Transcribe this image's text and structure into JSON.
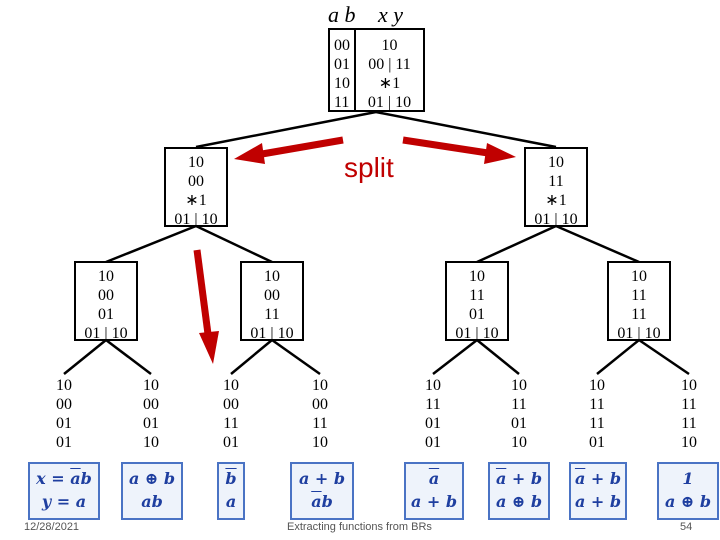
{
  "header": {
    "ab": "a b",
    "xy": "x y"
  },
  "root": {
    "left": [
      "00",
      "01",
      "10",
      "11"
    ],
    "right": [
      "10",
      "00 | 11",
      "∗1",
      "01 | 10"
    ]
  },
  "split_label": "split",
  "level1": [
    [
      "10",
      "00",
      "∗1",
      "01 | 10"
    ],
    [
      "10",
      "11",
      "∗1",
      "01 | 10"
    ]
  ],
  "level2": [
    [
      "10",
      "00",
      "01",
      "01 | 10"
    ],
    [
      "10",
      "00",
      "11",
      "01 | 10"
    ],
    [
      "10",
      "11",
      "01",
      "01 | 10"
    ],
    [
      "10",
      "11",
      "11",
      "01 | 10"
    ]
  ],
  "leaves": [
    [
      "10",
      "00",
      "01",
      "01"
    ],
    [
      "10",
      "00",
      "01",
      "10"
    ],
    [
      "10",
      "00",
      "11",
      "01"
    ],
    [
      "10",
      "00",
      "11",
      "10"
    ],
    [
      "10",
      "11",
      "01",
      "01"
    ],
    [
      "10",
      "11",
      "01",
      "10"
    ],
    [
      "10",
      "11",
      "11",
      "01"
    ],
    [
      "10",
      "11",
      "11",
      "10"
    ]
  ],
  "functions": [
    {
      "line1": {
        "lhs": "x = ",
        "ov": "a",
        "rest": "b"
      },
      "line2": {
        "lhs": "y = ",
        "ov": "",
        "rest": "a"
      }
    },
    {
      "line1": {
        "lhs": "",
        "ov": "",
        "rest": "a ⊕ b"
      },
      "line2": {
        "lhs": "",
        "ov": "",
        "rest": "ab"
      }
    },
    {
      "line1": {
        "lhs": "",
        "ov": "b",
        "rest": ""
      },
      "line2": {
        "lhs": "",
        "ov": "",
        "rest": "a"
      }
    },
    {
      "line1": {
        "lhs": "",
        "ov": "",
        "rest": "a + b"
      },
      "line2": {
        "lhs": "",
        "ov": "a",
        "rest": "b"
      }
    },
    {
      "line1": {
        "lhs": "",
        "ov": "a",
        "rest": ""
      },
      "line2": {
        "lhs": "",
        "ov": "",
        "rest": "a + b"
      }
    },
    {
      "line1": {
        "lhs": "",
        "ov": "a",
        "rest": " + b"
      },
      "line2": {
        "lhs": "",
        "ov": "",
        "rest": "a ⊕ b"
      }
    },
    {
      "line1": {
        "lhs": "",
        "ov": "a",
        "rest": " + b"
      },
      "line2": {
        "lhs": "",
        "ov": "",
        "rest": "a + b"
      }
    },
    {
      "line1": {
        "lhs": "",
        "ov": "",
        "rest": "1"
      },
      "line2": {
        "lhs": "",
        "ov": "",
        "rest": "a ⊕ b"
      }
    }
  ],
  "footer": {
    "date": "12/28/2021",
    "title": "Extracting functions from BRs",
    "page": "54"
  },
  "colors": {
    "arrow": "#c00000",
    "fn_border": "#4a73c4",
    "fn_text": "#1f3fa0"
  }
}
